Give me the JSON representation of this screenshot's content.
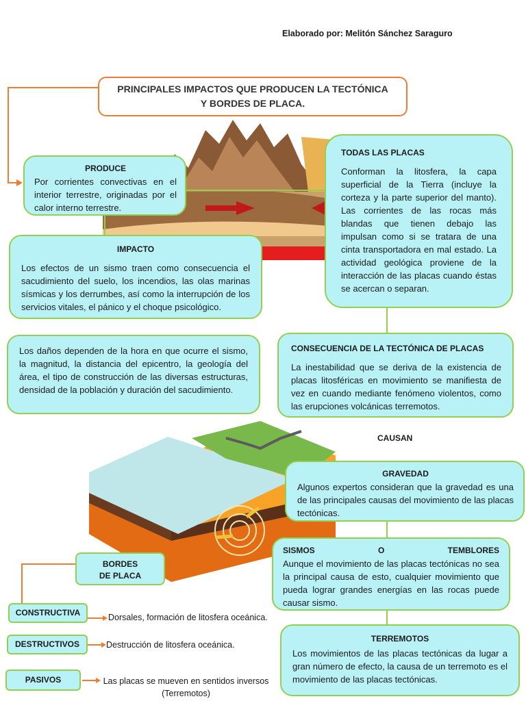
{
  "author": "Elaborado por: Melitón Sánchez Saraguro",
  "title_line1": "PRINCIPALES IMPACTOS QUE PRODUCEN LA TECTÓNICA",
  "title_line2": "Y BORDES DE PLACA.",
  "produce": {
    "heading": "PRODUCE",
    "text": "Por corrientes convectivas en el interior terrestre, originadas por el calor interno terrestre."
  },
  "todas": {
    "heading": "TODAS LAS PLACAS",
    "text": "Conforman la litosfera, la capa superficial de la Tierra (incluye la corteza y la parte superior del manto). Las corrientes de las rocas más blandas que tienen debajo las impulsan como si se tratara de una cinta transportadora en mal estado. La actividad geológica proviene de la interacción de las placas cuando éstas se acercan o separan."
  },
  "impacto": {
    "heading": "IMPACTO",
    "text": "Los efectos de un sismo traen como consecuencia el sacudimiento del suelo, los incendios, las olas marinas sísmicas y los derrumbes, así como la interrupción de los servicios vitales, el pánico y el choque psicológico."
  },
  "danos": {
    "text": "Los daños dependen de la hora en que ocurre el sismo, la magnitud, la distancia del epicentro, la geología del área, el tipo de construcción de las diversas estructuras, densidad de la población y duración del sacudimiento."
  },
  "consecuencia": {
    "heading": "CONSECUENCIA DE LA TECTÓNICA DE PLACAS",
    "text": "La inestabilidad que se deriva de la existencia de placas litosféricas en movimiento se manifiesta de vez en cuando mediante fenómeno violentos, como las erupciones volcánicas terremotos."
  },
  "causan": "CAUSAN",
  "gravedad": {
    "heading": "GRAVEDAD",
    "text": "Algunos expertos consideran que la gravedad es una de las principales causas del movimiento de las placas tectónicas."
  },
  "sismos": {
    "heading_a": "SISMOS",
    "heading_b": "O",
    "heading_c": "TEMBLORES",
    "text": "Aunque el movimiento de las placas tectónicas no sea la principal causa de esto, cualquier movimiento que pueda lograr grandes energías en las rocas puede causar sismo."
  },
  "terremotos": {
    "heading": "TERREMOTOS",
    "text": "Los movimientos de las placas tectónicas da lugar a gran número de efecto, la causa de un terremoto es el movimiento de las placas tectónicas."
  },
  "bordes": {
    "line1": "BORDES",
    "line2": "DE PLACA"
  },
  "constructiva": {
    "label": "CONSTRUCTIVA",
    "desc": "Dorsales, formación de litosfera oceánica."
  },
  "destructivos": {
    "label": "DESTRUCTIVOS",
    "desc": "Destrucción de litosfera oceánica."
  },
  "pasivos": {
    "label": "PASIVOS",
    "desc_line1": "Las placas se mueven en sentidos inversos",
    "desc_line2": "(Terremotos)"
  },
  "colors": {
    "orange": "#ed7d31",
    "green": "#92d050",
    "box": "#b8f2f6"
  }
}
